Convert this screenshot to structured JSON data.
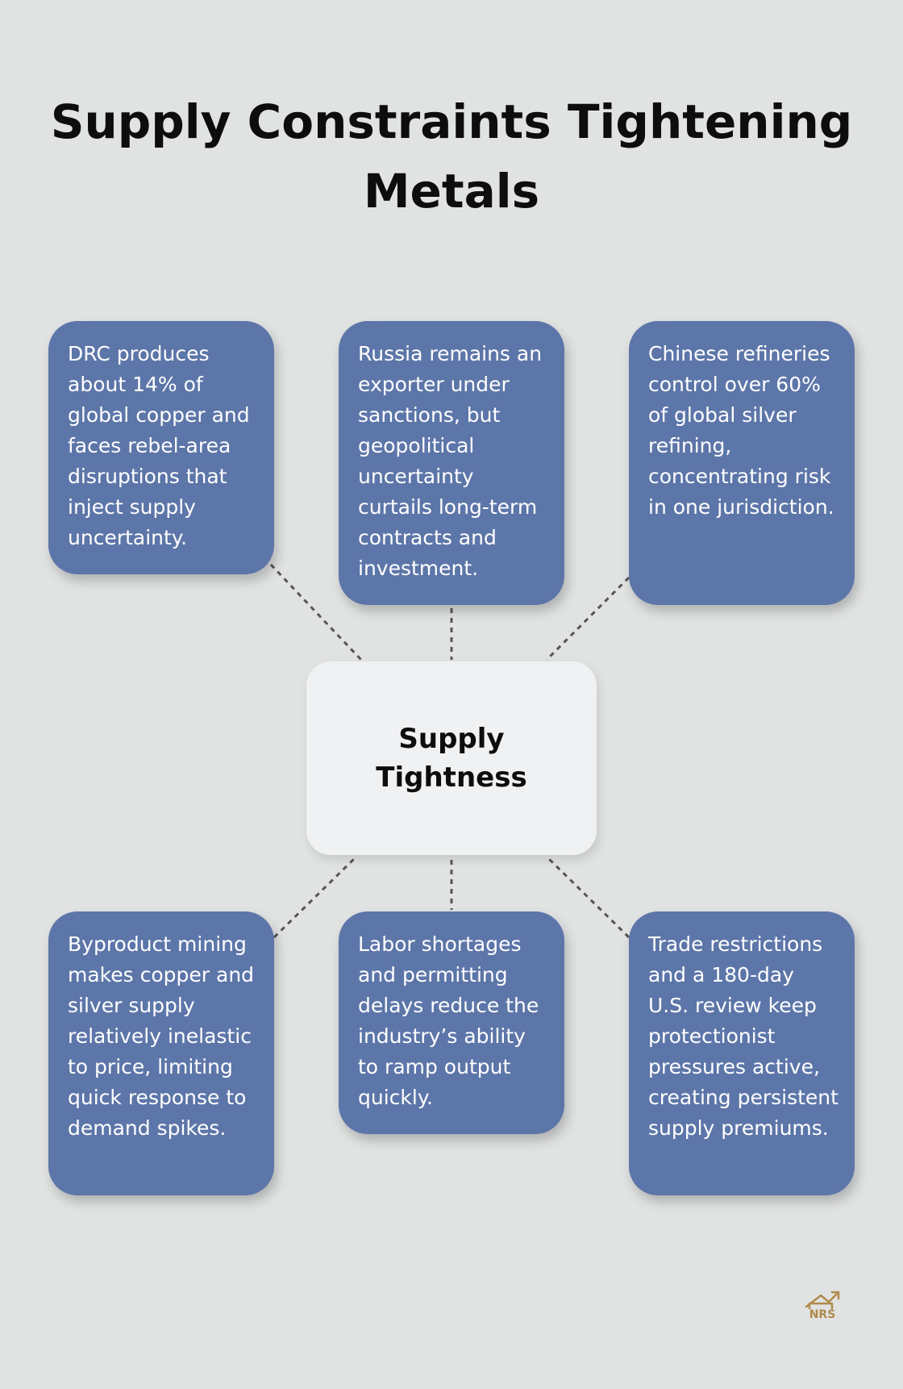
{
  "title": "Supply Constraints Tightening Metals",
  "center": {
    "label": "Supply Tightness"
  },
  "cards": [
    {
      "text": "DRC produces about 14% of global copper and faces rebel-area disruptions that inject supply uncertainty."
    },
    {
      "text": "Russia remains an exporter under sanctions, but geopolitical uncertainty curtails long-term contracts and investment."
    },
    {
      "text": "Chinese refineries control over 60% of global silver refining, concentrating risk in one jurisdiction."
    },
    {
      "text": "Byproduct mining makes copper and silver supply relatively inelastic to price, limiting quick response to demand spikes."
    },
    {
      "text": "Labor shortages and permitting delays reduce the industry’s ability to ramp output quickly."
    },
    {
      "text": "Trade restrictions and a 180-day U.S. review keep protectionist pressures active, creating persistent supply premiums."
    }
  ],
  "logo": {
    "text": "NRS",
    "icon": "house-chart-icon"
  },
  "colors": {
    "background": "#e1e3e3",
    "card": "#5d76a9",
    "center": "#f0f1f3",
    "connector": "#555555",
    "logo": "#b08a4a"
  }
}
